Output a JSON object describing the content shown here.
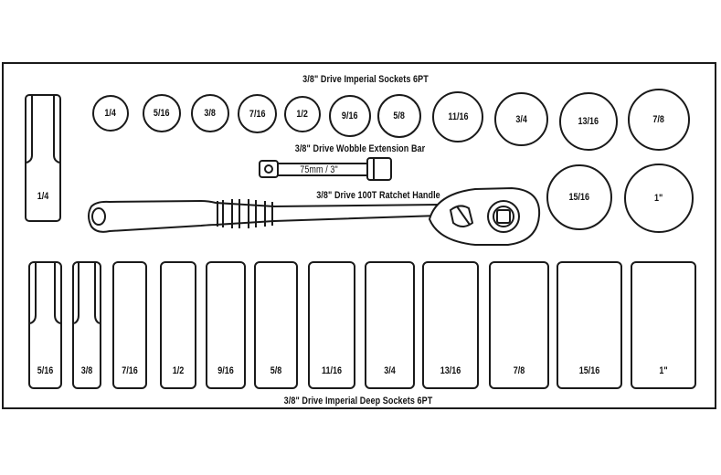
{
  "headings": {
    "top_sockets": "3/8\" Drive Imperial Sockets 6PT",
    "extension_bar": "3/8\" Drive Wobble Extension Bar",
    "ratchet": "3/8\" Drive 100T Ratchet Handle",
    "deep_sockets": "3/8\" Drive Imperial Deep Sockets 6PT"
  },
  "extension_label": "75mm / 3\"",
  "standard_sockets": [
    "1/4",
    "5/16",
    "3/8",
    "7/16",
    "1/2",
    "9/16",
    "5/8",
    "11/16",
    "3/4",
    "13/16",
    "7/8"
  ],
  "large_sockets": [
    "15/16",
    "1\""
  ],
  "tall_socket": "1/4",
  "deep_sockets": [
    "5/16",
    "3/8",
    "7/16",
    "1/2",
    "9/16",
    "5/8",
    "11/16",
    "3/4",
    "13/16",
    "7/8",
    "15/16",
    "1\""
  ]
}
